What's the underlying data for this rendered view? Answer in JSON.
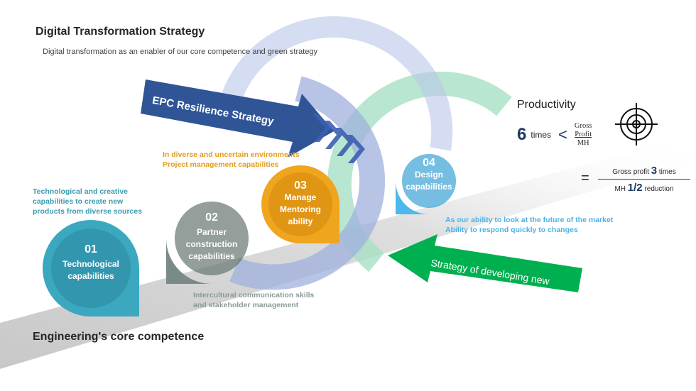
{
  "header": {
    "title": "Digital Transformation Strategy",
    "subtitle": "Digital transformation as an enabler of our core competence and green strategy"
  },
  "arrows": {
    "epc": {
      "label": "EPC Resilience Strategy",
      "color": "#2f5597"
    },
    "developing": {
      "label": "Strategy of developing new",
      "color": "#00b050"
    }
  },
  "capabilities": [
    {
      "number": "01",
      "line1": "Technological",
      "line2": "capabilities",
      "line3": "",
      "color": "#3ba8c0",
      "note": [
        "Technological and creative",
        "capabilities to create new",
        "products from diverse sources"
      ]
    },
    {
      "number": "02",
      "line1": "Partner",
      "line2": "construction",
      "line3": "capabilities",
      "color": "#7a8a88",
      "note": [
        "Intercultural communication skills",
        "and stakeholder management"
      ]
    },
    {
      "number": "03",
      "line1": "Manage",
      "line2": "Mentoring",
      "line3": "ability",
      "color": "#f0a51e",
      "note": [
        "In diverse and uncertain environments",
        "Project management capabilities"
      ]
    },
    {
      "number": "04",
      "line1": "Design",
      "line2": "capabilities",
      "line3": "",
      "color": "#4db8ec",
      "note": [
        "As our ability to look at the future of the market",
        "Ability to respond quickly to changes"
      ]
    }
  ],
  "footer": {
    "core_label": "Engineering's core competence"
  },
  "productivity": {
    "title": "Productivity",
    "value": "6",
    "unit": "times",
    "comparator": "<",
    "fraction_top": "Gross",
    "fraction_mid": "Profit",
    "fraction_bottom": "MH",
    "icon": "target-icon",
    "equals": "=",
    "eq_top_prefix": "Gross profit",
    "eq_top_value": "3",
    "eq_top_suffix": "times",
    "eq_bottom_prefix": "MH",
    "eq_bottom_value": "1/2",
    "eq_bottom_suffix": "reduction"
  }
}
